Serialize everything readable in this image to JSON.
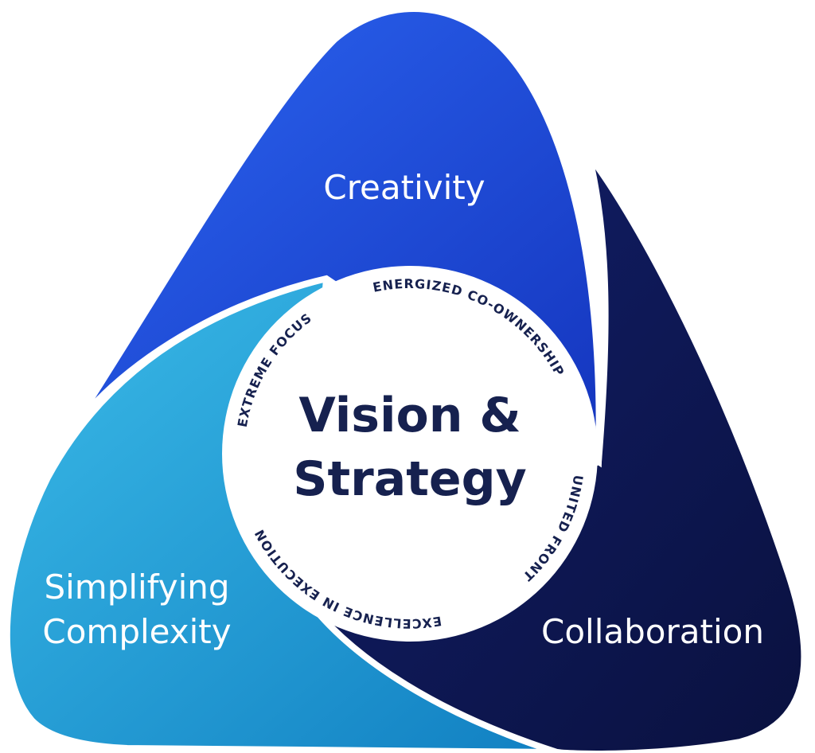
{
  "colors": {
    "creativity": [
      "#2c66f2",
      "#1434bd"
    ],
    "simplifying": [
      "#3bbbe8",
      "#1180c2"
    ],
    "collaboration": [
      "#121f6b",
      "#0a113f"
    ],
    "center_text": "#16214f"
  },
  "lobes": {
    "creativity": "Creativity",
    "simplifying_line1": "Simplifying",
    "simplifying_line2": "Complexity",
    "collaboration": "Collaboration"
  },
  "center": {
    "line1": "Vision &",
    "line2": "Strategy"
  },
  "ring": [
    "EXTREME FOCUS",
    "ENERGIZED CO-OWNERSHIP",
    "UNITED FRONT",
    "EXCELLENCE IN EXECUTION"
  ]
}
